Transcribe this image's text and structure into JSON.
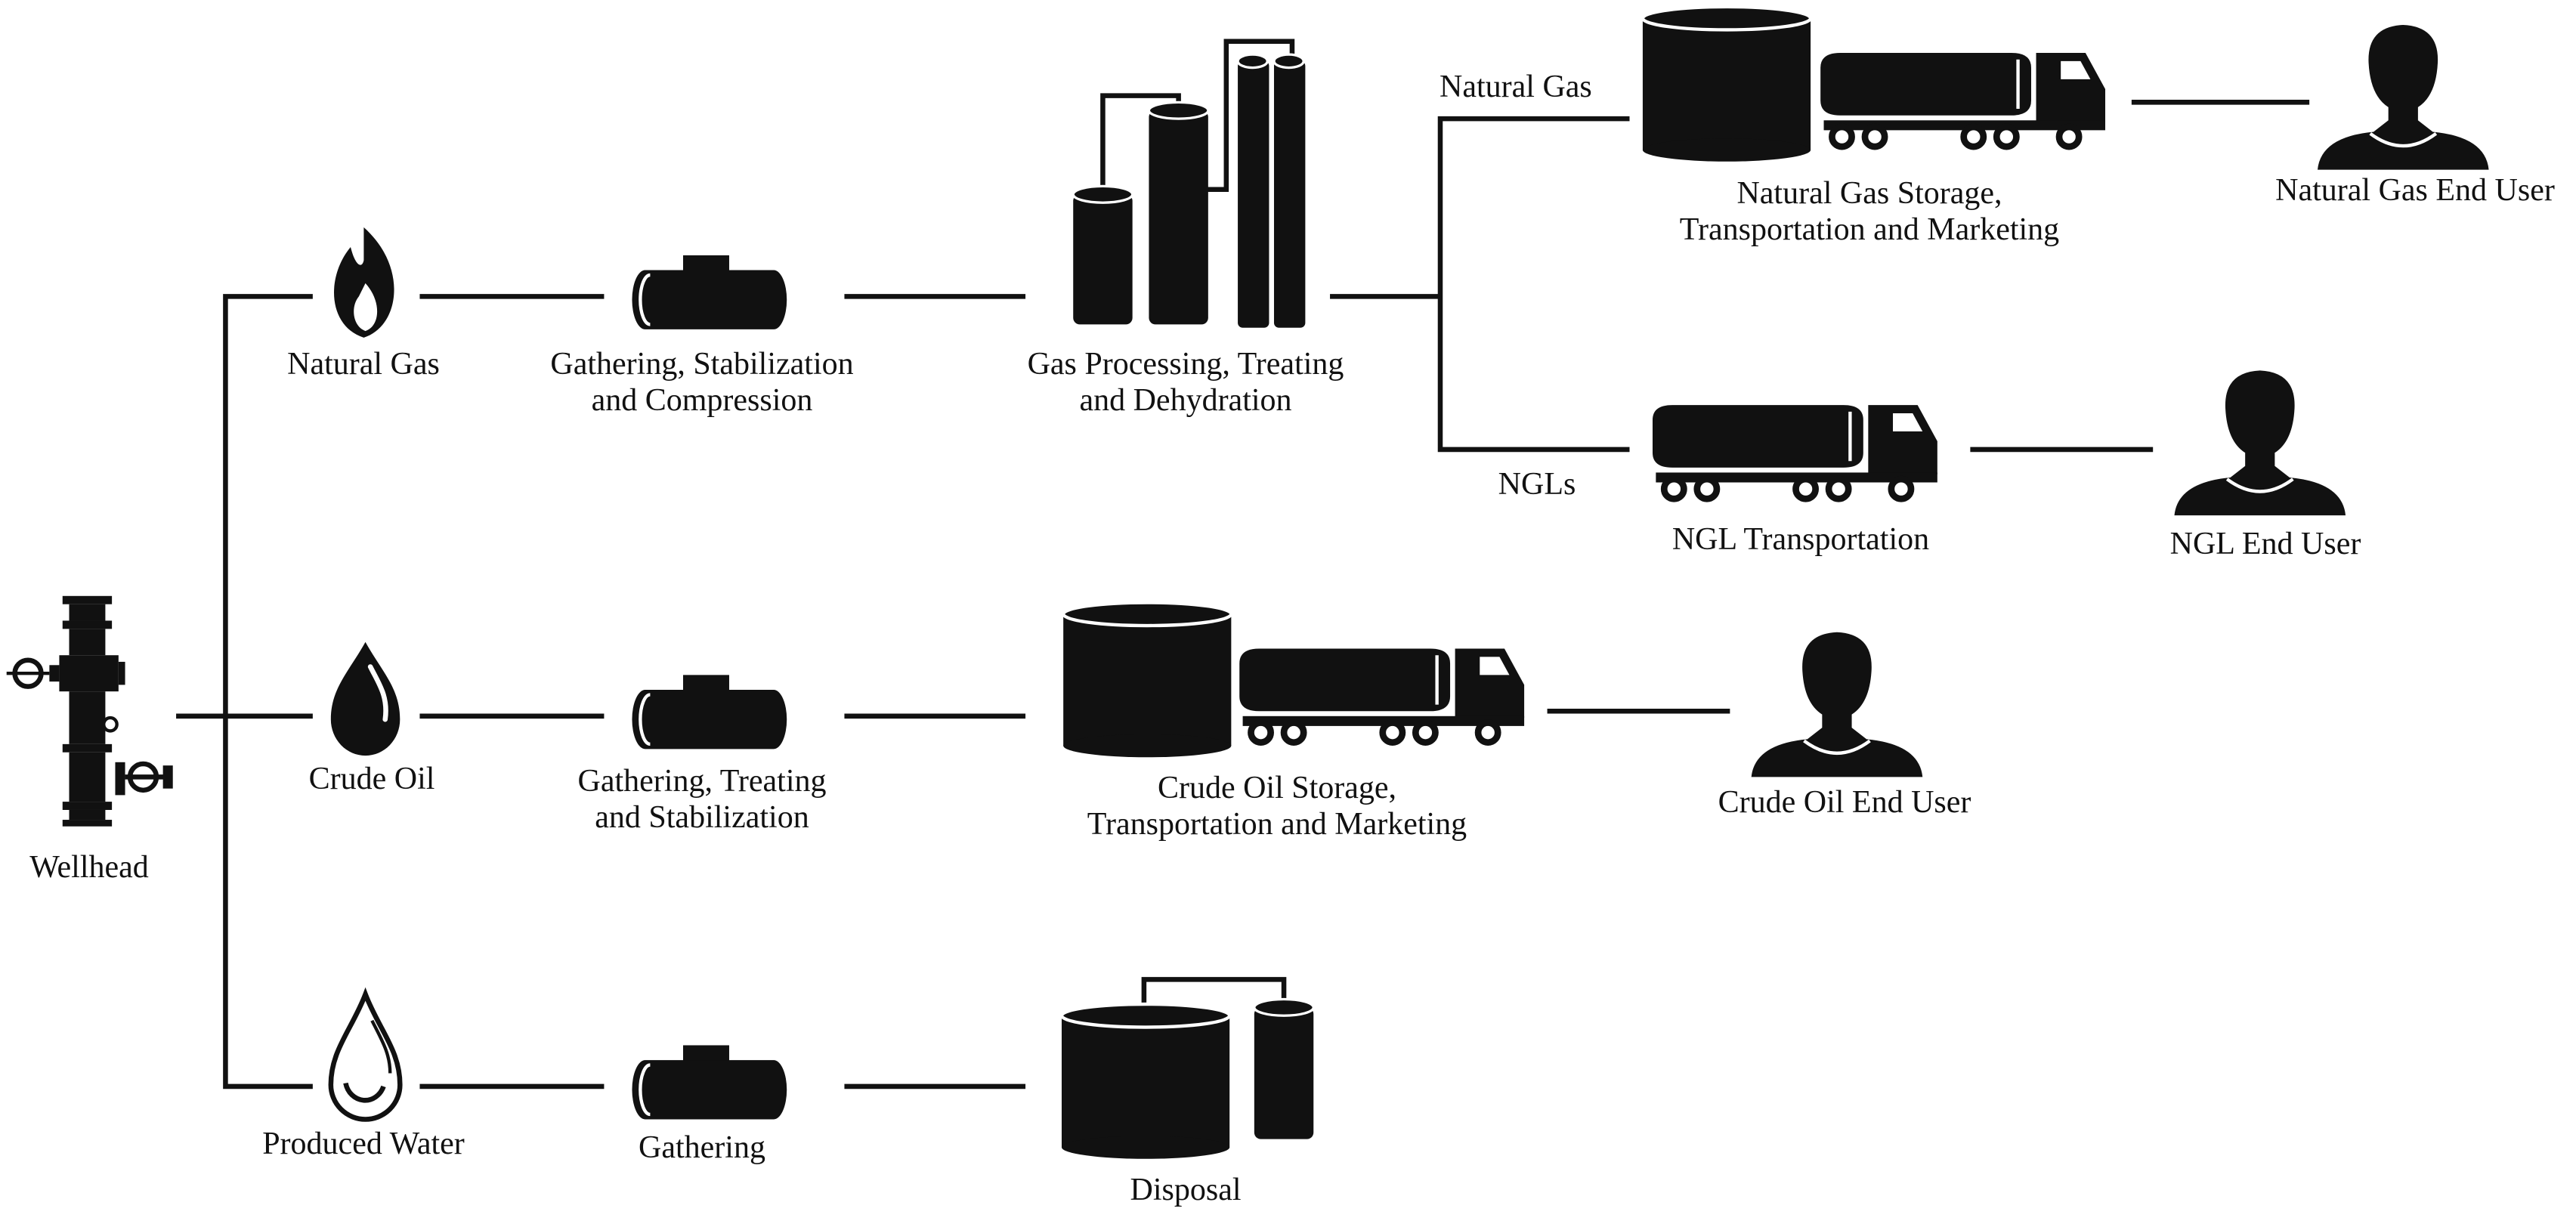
{
  "colors": {
    "ink": "#111111",
    "background": "#ffffff"
  },
  "source": {
    "label": "Wellhead",
    "icon": "wellhead-icon"
  },
  "streams": {
    "natural_gas": {
      "label": "Natural Gas",
      "icon": "flame-icon",
      "gathering": {
        "line1": "Gathering, Stabilization",
        "line2": "and Compression",
        "icon": "separator-tank-icon"
      },
      "processing": {
        "line1": "Gas Processing, Treating",
        "line2": "and Dehydration",
        "icon": "processing-towers-icon"
      },
      "branches": {
        "gas": {
          "label": "Natural Gas",
          "storage": {
            "line1": "Natural Gas Storage,",
            "line2": "Transportation and Marketing",
            "icon": "storage-tank-truck-icon"
          },
          "end_user": {
            "label": "Natural Gas End User",
            "icon": "person-icon"
          }
        },
        "ngl": {
          "label": "NGLs",
          "transport": {
            "label": "NGL Transportation",
            "icon": "tanker-truck-icon"
          },
          "end_user": {
            "label": "NGL End User",
            "icon": "person-icon"
          }
        }
      }
    },
    "crude_oil": {
      "label": "Crude Oil",
      "icon": "oil-drop-icon",
      "gathering": {
        "line1": "Gathering, Treating",
        "line2": "and Stabilization",
        "icon": "separator-tank-icon"
      },
      "storage": {
        "line1": "Crude Oil Storage,",
        "line2": "Transportation and Marketing",
        "icon": "storage-tank-truck-icon"
      },
      "end_user": {
        "label": "Crude Oil End User",
        "icon": "person-icon"
      }
    },
    "produced_water": {
      "label": "Produced Water",
      "icon": "water-drop-icon",
      "gathering": {
        "label": "Gathering",
        "icon": "separator-tank-icon"
      },
      "disposal": {
        "label": "Disposal",
        "icon": "disposal-tanks-icon"
      }
    }
  }
}
